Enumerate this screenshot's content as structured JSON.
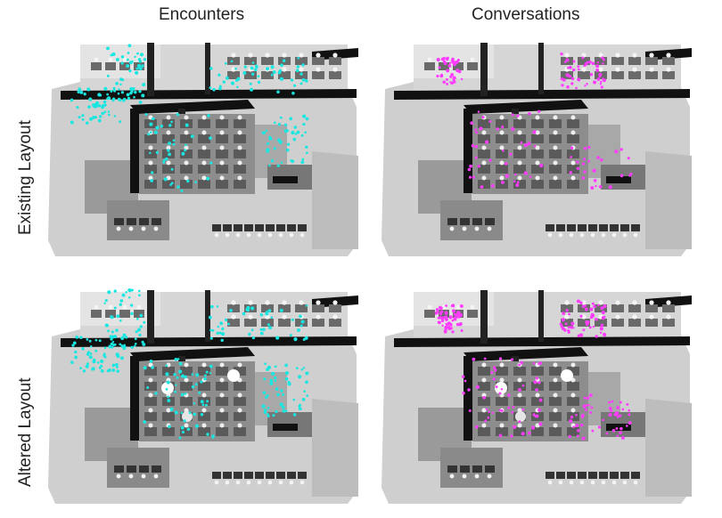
{
  "columns": {
    "encounters": "Encounters",
    "conversations": "Conversations"
  },
  "rows": {
    "existing": "Existing Layout",
    "altered": "Altered Layout"
  },
  "colors": {
    "encounters_dots": "#19e6e0",
    "conversations_dots": "#ff3cff",
    "floor": "#cfcfcf",
    "walls": "#111111",
    "desks": "#6a6a6a"
  }
}
